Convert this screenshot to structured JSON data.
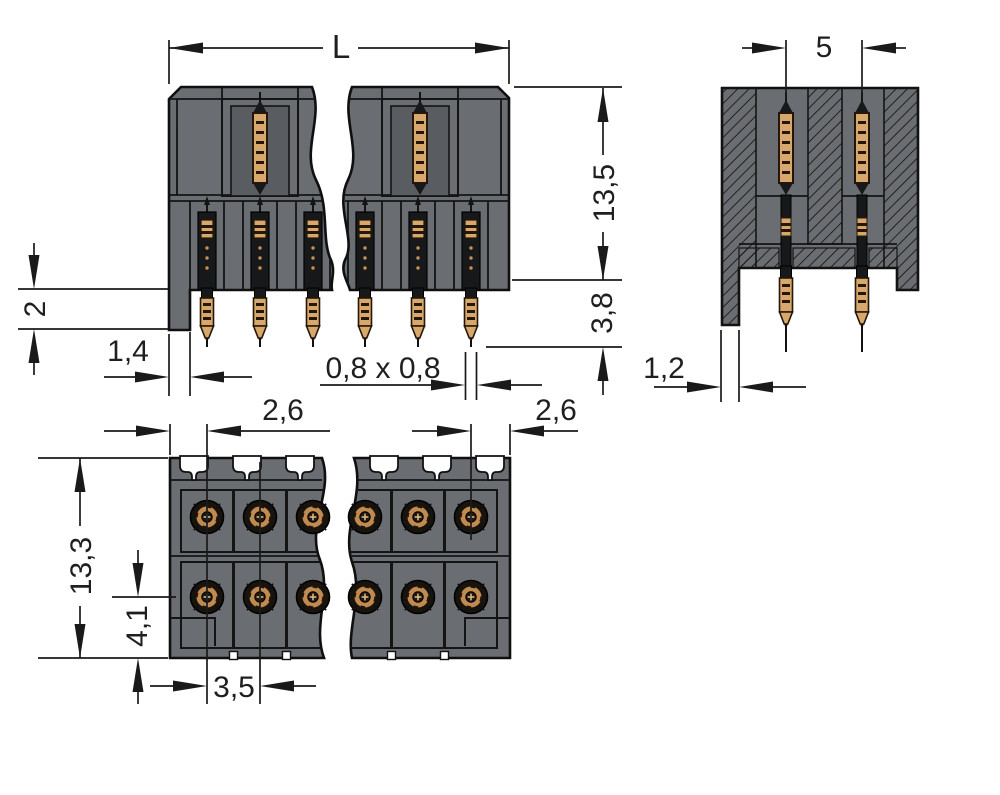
{
  "drawing": {
    "colors": {
      "background": "#ffffff",
      "line": "#1a1a1a",
      "housing_gray": "#6a6d71",
      "recess_gray": "#595c60",
      "slot_dark": "#17181a",
      "pin_gold": "#d8a76b",
      "pin_gold_stripe": "#241708",
      "hole_ring_gold": "#c08a50"
    },
    "front_view": {
      "dim_total_length": "L",
      "dim_height_above_board": "13,5",
      "dim_pin_protrusion": "3,8",
      "dim_foot_height": "2",
      "dim_foot_width": "1,4",
      "dim_pin_cross_section": "0,8 x 0,8"
    },
    "side_view": {
      "dim_pin_row_spacing": "5",
      "dim_foot_width": "1,2"
    },
    "bottom_view": {
      "dim_edge_to_first_pin_left": "2,6",
      "dim_edge_to_first_pin_right": "2,6",
      "dim_housing_depth": "13,3",
      "dim_hole_row_to_edge": "4,1",
      "dim_hole_spacing": "3,5"
    }
  }
}
